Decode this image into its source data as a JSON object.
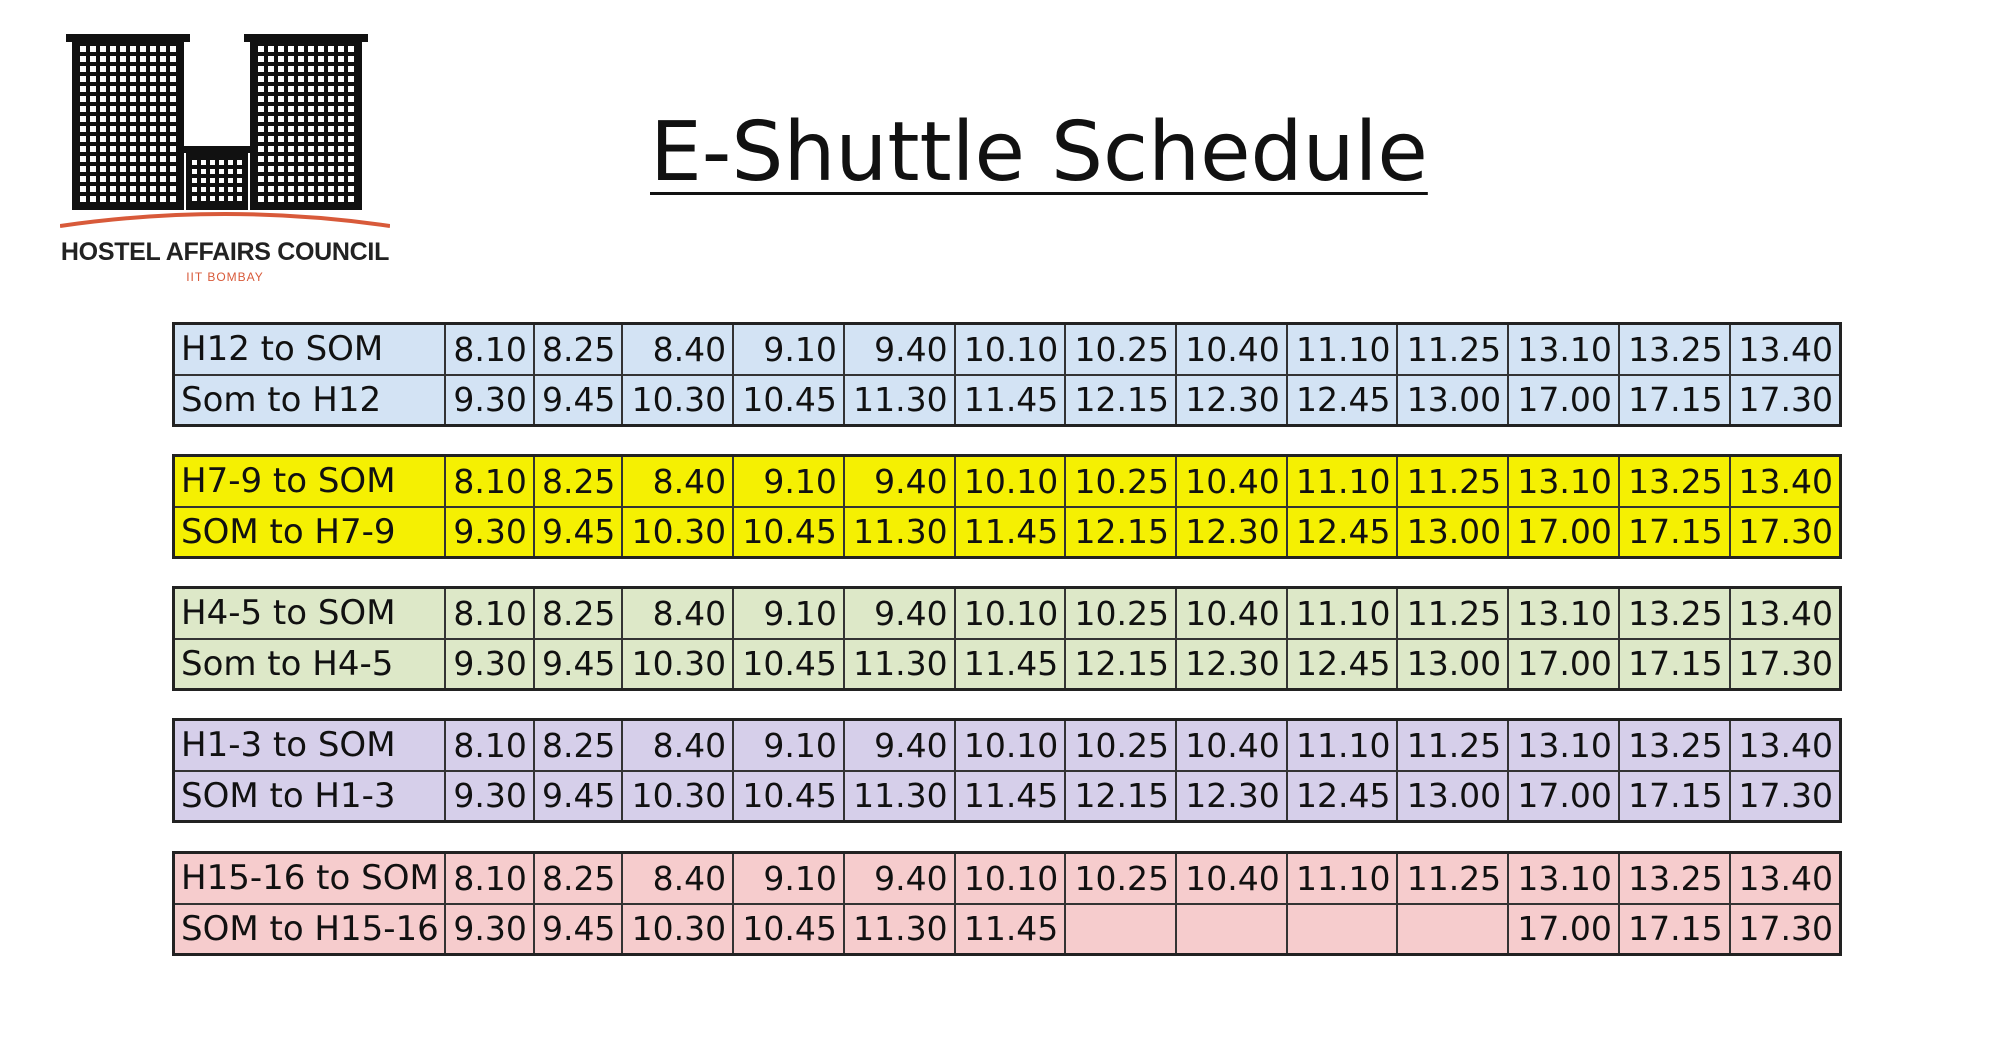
{
  "header": {
    "title": "E-Shuttle Schedule",
    "org_name": "HOSTEL AFFAIRS COUNCIL",
    "org_sub": "IIT BOMBAY",
    "logo_icon": "hostel-buildings-logo",
    "logo_accent": "#d85a3a"
  },
  "blocks": [
    {
      "color": "#d3e3f4",
      "rows": [
        {
          "label": "H12 to SOM",
          "times": [
            "8.10",
            "8.25",
            "8.40",
            "9.10",
            "9.40",
            "10.10",
            "10.25",
            "10.40",
            "11.10",
            "11.25",
            "13.10",
            "13.25",
            "13.40"
          ]
        },
        {
          "label": "Som to H12",
          "times": [
            "9.30",
            "9.45",
            "10.30",
            "10.45",
            "11.30",
            "11.45",
            "12.15",
            "12.30",
            "12.45",
            "13.00",
            "17.00",
            "17.15",
            "17.30"
          ]
        }
      ]
    },
    {
      "color": "#f5f002",
      "rows": [
        {
          "label": "H7-9 to SOM",
          "times": [
            "8.10",
            "8.25",
            "8.40",
            "9.10",
            "9.40",
            "10.10",
            "10.25",
            "10.40",
            "11.10",
            "11.25",
            "13.10",
            "13.25",
            "13.40"
          ]
        },
        {
          "label": "SOM to H7-9",
          "times": [
            "9.30",
            "9.45",
            "10.30",
            "10.45",
            "11.30",
            "11.45",
            "12.15",
            "12.30",
            "12.45",
            "13.00",
            "17.00",
            "17.15",
            "17.30"
          ]
        }
      ]
    },
    {
      "color": "#dde8c8",
      "rows": [
        {
          "label": "H4-5 to SOM",
          "times": [
            "8.10",
            "8.25",
            "8.40",
            "9.10",
            "9.40",
            "10.10",
            "10.25",
            "10.40",
            "11.10",
            "11.25",
            "13.10",
            "13.25",
            "13.40"
          ]
        },
        {
          "label": "Som to H4-5",
          "times": [
            "9.30",
            "9.45",
            "10.30",
            "10.45",
            "11.30",
            "11.45",
            "12.15",
            "12.30",
            "12.45",
            "13.00",
            "17.00",
            "17.15",
            "17.30"
          ]
        }
      ]
    },
    {
      "color": "#d6cfea",
      "rows": [
        {
          "label": "H1-3 to SOM",
          "times": [
            "8.10",
            "8.25",
            "8.40",
            "9.10",
            "9.40",
            "10.10",
            "10.25",
            "10.40",
            "11.10",
            "11.25",
            "13.10",
            "13.25",
            "13.40"
          ]
        },
        {
          "label": "SOM to H1-3",
          "times": [
            "9.30",
            "9.45",
            "10.30",
            "10.45",
            "11.30",
            "11.45",
            "12.15",
            "12.30",
            "12.45",
            "13.00",
            "17.00",
            "17.15",
            "17.30"
          ]
        }
      ]
    },
    {
      "color": "#f6cccd",
      "rows": [
        {
          "label": "H15-16 to SOM",
          "times": [
            "8.10",
            "8.25",
            "8.40",
            "9.10",
            "9.40",
            "10.10",
            "10.25",
            "10.40",
            "11.10",
            "11.25",
            "13.10",
            "13.25",
            "13.40"
          ]
        },
        {
          "label": "SOM to H15-16",
          "times": [
            "9.30",
            "9.45",
            "10.30",
            "10.45",
            "11.30",
            "11.45",
            "",
            "",
            "",
            "",
            "17.00",
            "17.15",
            "17.30"
          ]
        }
      ]
    }
  ]
}
